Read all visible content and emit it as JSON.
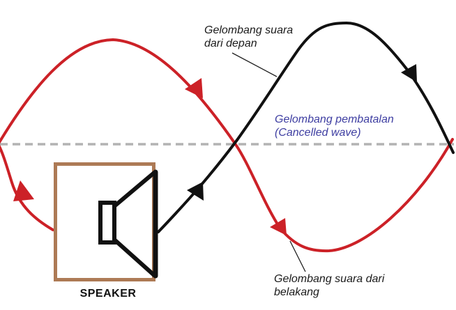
{
  "labels": {
    "front_wave": {
      "line1": "Gelombang suara",
      "line2": "dari depan",
      "color": "#1a1a1a"
    },
    "cancelled_wave": {
      "line1": "Gelombang pembatalan",
      "line2": "(Cancelled wave)",
      "color": "#3d3da1"
    },
    "back_wave": {
      "line1": "Gelombang suara dari",
      "line2": "belakang",
      "color": "#1a1a1a"
    },
    "speaker": {
      "label": "SPEAKER",
      "color": "#111111"
    }
  },
  "colors": {
    "background": "#ffffff",
    "front_wave_line": "#111111",
    "back_wave_line": "#cc2127",
    "cancelled_axis": "#b3b3b3",
    "speaker_box": "#ad7a55",
    "leader_line": "#222222"
  }
}
